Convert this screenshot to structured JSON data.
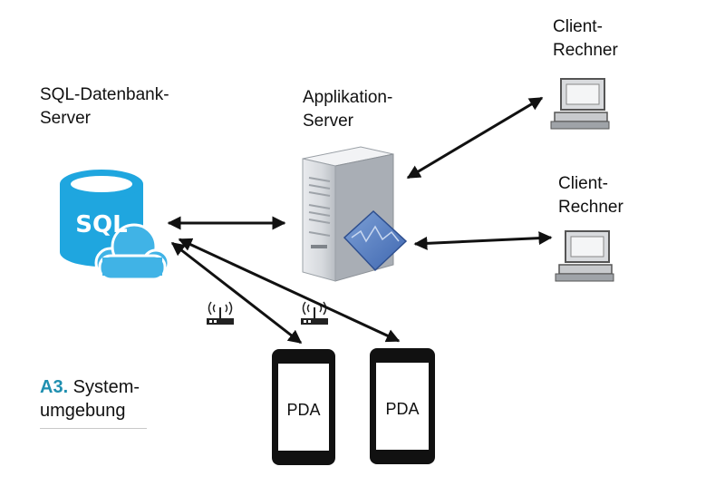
{
  "labels": {
    "sql_server": "SQL-Datenbank-\nServer",
    "app_server": "Applikation-\nServer",
    "client_top": "Client-\nRechner",
    "client_bottom": "Client-\nRechner",
    "sql_logo": "SQL",
    "pda_left": "PDA",
    "pda_right": "PDA"
  },
  "caption": {
    "code": "A3.",
    "text_line1": " System-",
    "text_line2": "umgebung"
  },
  "colors": {
    "sql_blue": "#1fa6df",
    "cloud_blue": "#40b3e6",
    "caption_accent": "#1f8fb0",
    "arrow": "#111111"
  },
  "icons": [
    "database-cloud-icon",
    "server-tower-icon",
    "desktop-computer-icon",
    "wireless-router-icon",
    "smartphone-icon"
  ]
}
